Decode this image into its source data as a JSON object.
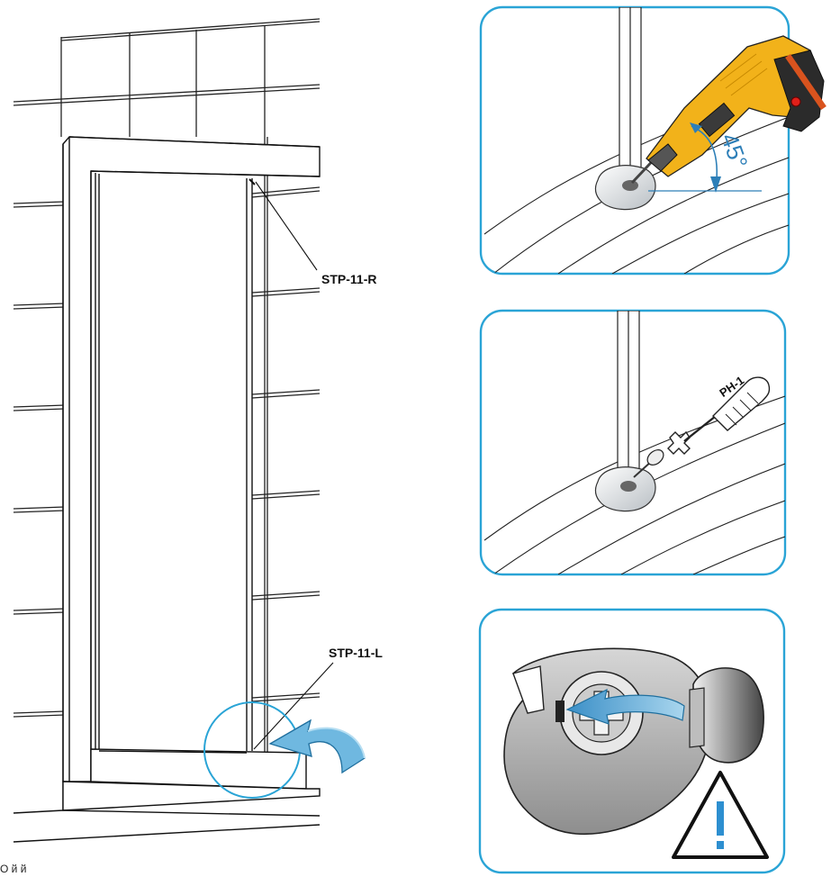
{
  "labels": {
    "top_profile": "STP-11-R",
    "bottom_profile": "STP-11-L",
    "angle": "45°",
    "screwdriver": "PH-1"
  },
  "icons": {
    "rotation_arrow": "curved-arrow-icon",
    "drill": "drill-icon",
    "screwdriver": "screwdriver-icon",
    "warning": "warning-triangle-icon"
  },
  "colors": {
    "panel_border": "#2aa4d6",
    "accent_blue": "#5aa7d6",
    "drill_yellow": "#f2b21a",
    "warning_blue": "#2d8fd0"
  },
  "caption": "О                й      й"
}
